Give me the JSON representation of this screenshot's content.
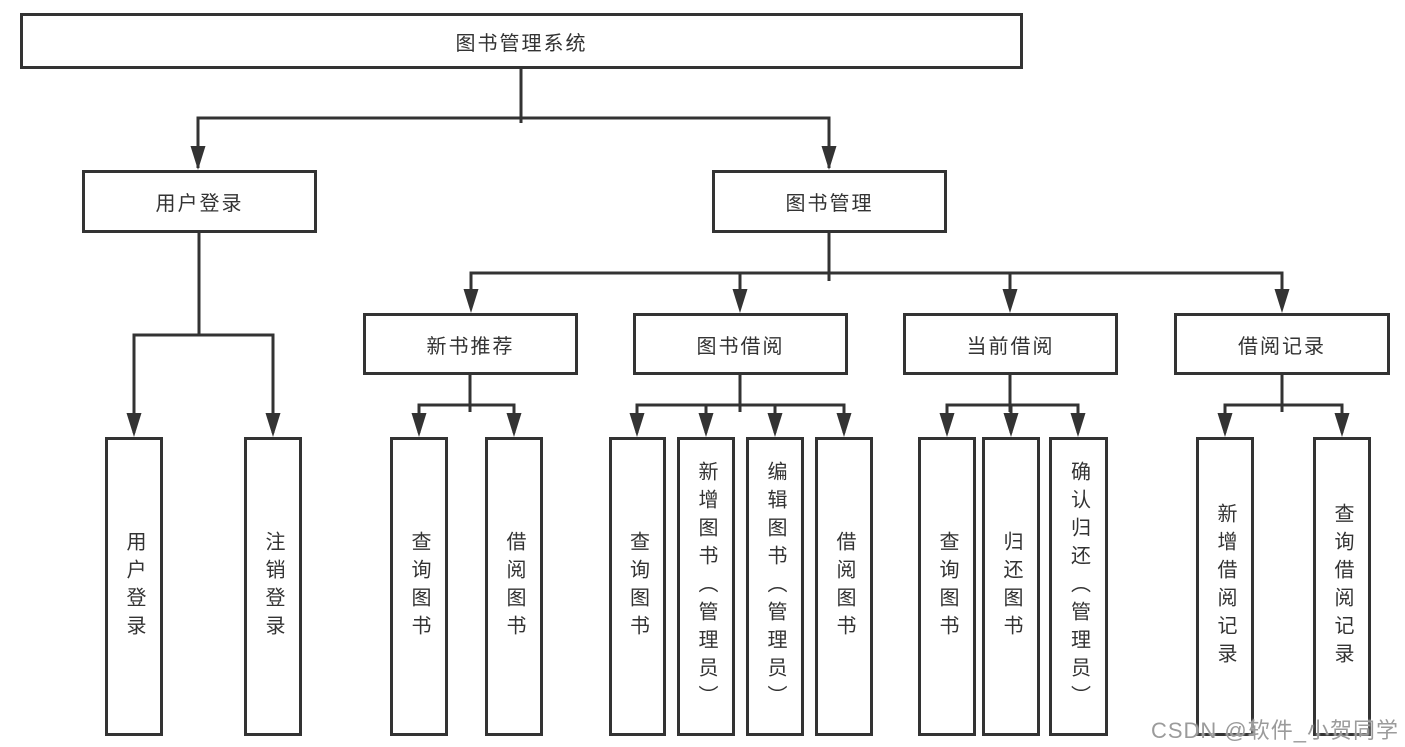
{
  "diagram": {
    "type": "hierarchy-tree",
    "orientation": "top-down"
  },
  "colors": {
    "line": "#333333",
    "box_border": "#333333",
    "box_fill": "#ffffff",
    "text": "#333333",
    "watermark": "#9b9b9b",
    "background": "#ffffff"
  },
  "tree": {
    "root": {
      "label": "图书管理系统",
      "children": [
        {
          "label": "用户登录",
          "children": [
            {
              "label": "用户登录"
            },
            {
              "label": "注销登录"
            }
          ]
        },
        {
          "label": "图书管理",
          "children": [
            {
              "label": "新书推荐",
              "children": [
                {
                  "label": "查询图书"
                },
                {
                  "label": "借阅图书"
                }
              ]
            },
            {
              "label": "图书借阅",
              "children": [
                {
                  "label": "查询图书"
                },
                {
                  "label": "新增图书（管理员）"
                },
                {
                  "label": "编辑图书（管理员）"
                },
                {
                  "label": "借阅图书"
                }
              ]
            },
            {
              "label": "当前借阅",
              "children": [
                {
                  "label": "查询图书"
                },
                {
                  "label": "归还图书"
                },
                {
                  "label": "确认归还（管理员）"
                }
              ]
            },
            {
              "label": "借阅记录",
              "children": [
                {
                  "label": "新增借阅记录"
                },
                {
                  "label": "查询借阅记录"
                }
              ]
            }
          ]
        }
      ]
    }
  },
  "watermark": {
    "text": "CSDN @软件_小贺同学"
  }
}
